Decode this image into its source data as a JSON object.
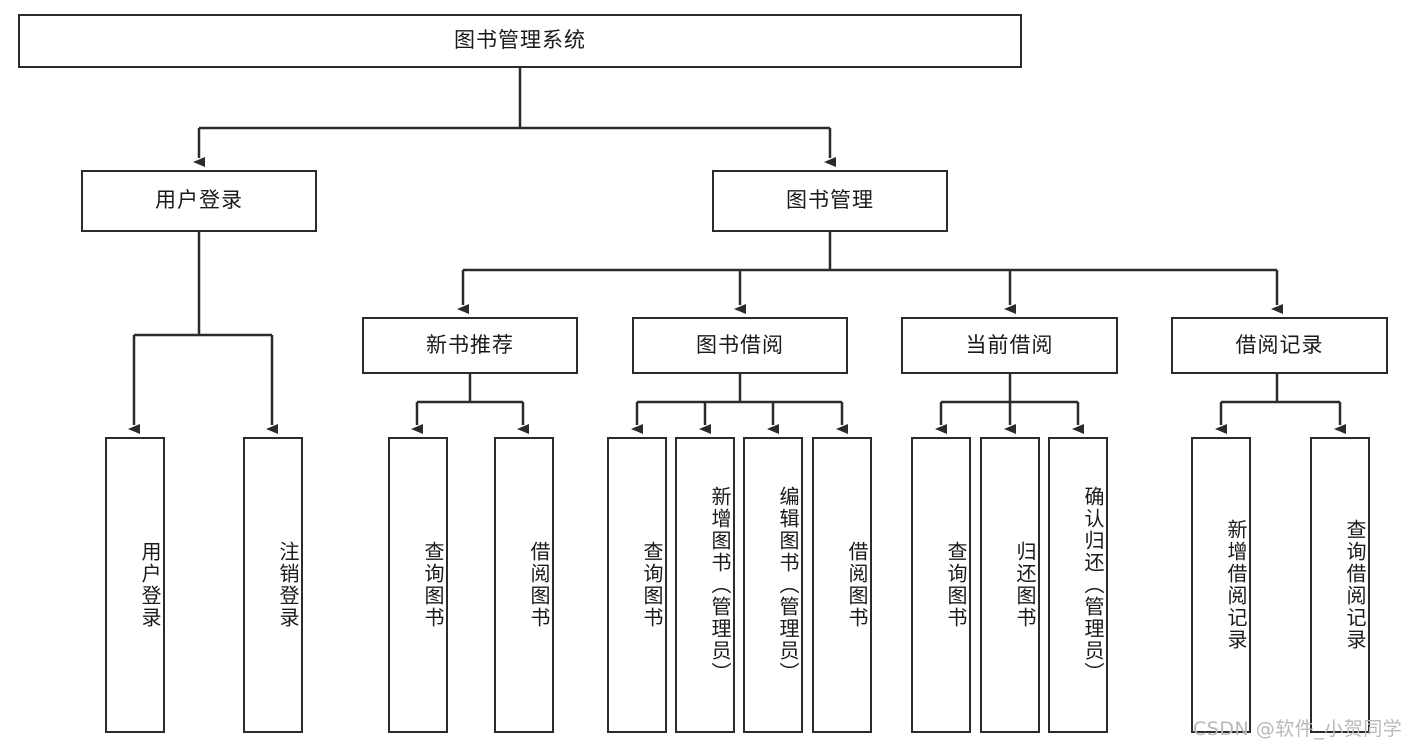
{
  "diagram": {
    "type": "tree-hierarchy",
    "title": "图书管理系统",
    "root": {
      "label": "图书管理系统"
    },
    "level2": [
      {
        "key": "user-login",
        "label": "用户登录"
      },
      {
        "key": "book-management",
        "label": "图书管理"
      }
    ],
    "level3": [
      {
        "key": "new-book-recommend",
        "label": "新书推荐"
      },
      {
        "key": "book-borrow",
        "label": "图书借阅"
      },
      {
        "key": "current-borrow",
        "label": "当前借阅"
      },
      {
        "key": "borrow-record",
        "label": "借阅记录"
      }
    ],
    "leaves": [
      {
        "key": "user-login-leaf",
        "label": "用户登录",
        "parent": "user-login"
      },
      {
        "key": "logout-leaf",
        "label": "注销登录",
        "parent": "user-login"
      },
      {
        "key": "query-book-1",
        "label": "查询图书",
        "parent": "new-book-recommend"
      },
      {
        "key": "borrow-book-1",
        "label": "借阅图书",
        "parent": "new-book-recommend"
      },
      {
        "key": "query-book-2",
        "label": "查询图书",
        "parent": "book-borrow"
      },
      {
        "key": "add-book",
        "label": "新增图书（管理员）",
        "parent": "book-borrow"
      },
      {
        "key": "edit-book",
        "label": "编辑图书（管理员）",
        "parent": "book-borrow"
      },
      {
        "key": "borrow-book-2",
        "label": "借阅图书",
        "parent": "book-borrow"
      },
      {
        "key": "query-book-3",
        "label": "查询图书",
        "parent": "current-borrow"
      },
      {
        "key": "return-book",
        "label": "归还图书",
        "parent": "current-borrow"
      },
      {
        "key": "confirm-return",
        "label": "确认归还（管理员）",
        "parent": "current-borrow"
      },
      {
        "key": "add-borrow-record",
        "label": "新增借阅记录",
        "parent": "borrow-record"
      },
      {
        "key": "query-borrow-record",
        "label": "查询借阅记录",
        "parent": "borrow-record"
      }
    ],
    "colors": {
      "stroke": "#2b2b2b",
      "fill": "#ffffff",
      "text": "#1a1a1a",
      "watermark": "#b9b9b9"
    }
  },
  "watermark": {
    "text": "CSDN @软件_小贺同学"
  }
}
